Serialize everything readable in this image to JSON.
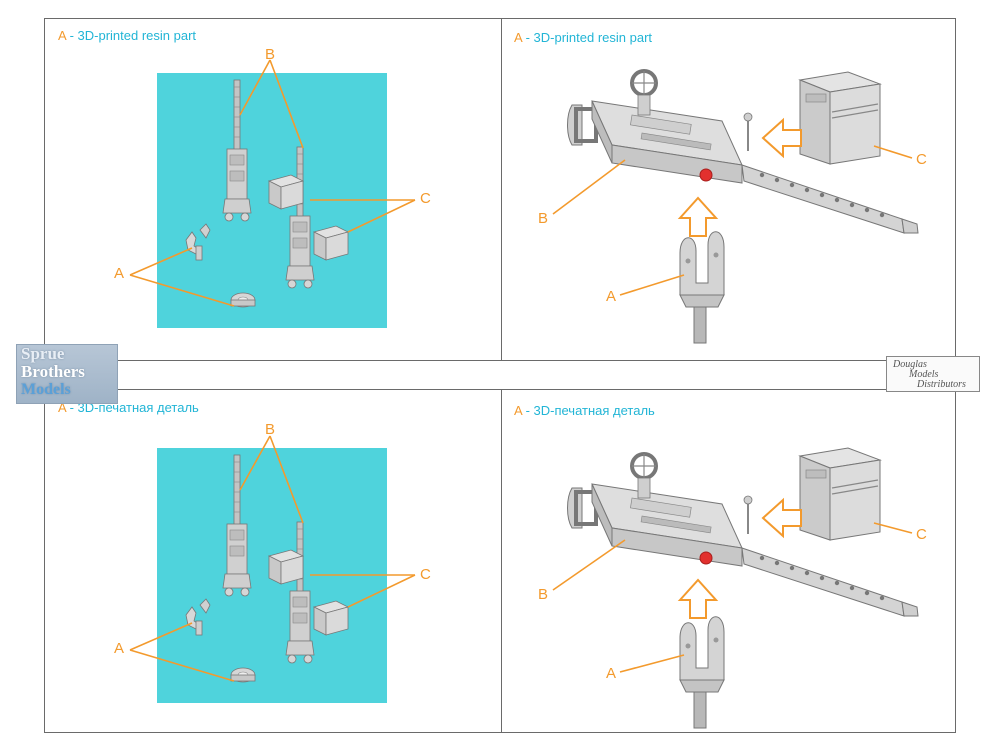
{
  "panels": {
    "top_left": {
      "letter": "A",
      "label": " - 3D-printed resin part"
    },
    "top_right": {
      "letter": "A",
      "label": " - 3D-printed resin part"
    },
    "bottom_left": {
      "letter": "A",
      "label": " - 3D-печатная деталь"
    },
    "bottom_right": {
      "letter": "A",
      "label": " - 3D-печатная деталь"
    }
  },
  "callouts": {
    "a": "A",
    "b": "B",
    "c": "C"
  },
  "watermarks": {
    "left": [
      "Sprue",
      "Brothers",
      "Models"
    ],
    "right": [
      "Douglas",
      "Models",
      "Distributors"
    ]
  },
  "colors": {
    "accent": "#f39a2d",
    "title": "#22b5d6",
    "teal": "#4fd3dc",
    "part": "#c9c9c9",
    "red": "#e2302e"
  }
}
